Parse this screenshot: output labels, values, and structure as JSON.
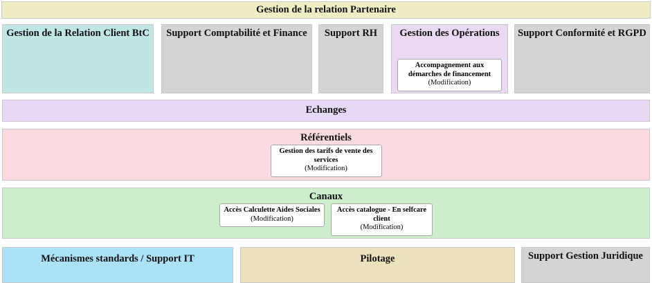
{
  "diagram": {
    "title": "Gestion de la relation Partenaire",
    "header": {
      "label": "Gestion de la relation Partenaire",
      "color": "#eeedc4"
    },
    "domains": [
      {
        "label": "Gestion de la Relation Client BtC",
        "color": "#c0e6e4",
        "cards": []
      },
      {
        "label": "Support Comptabilité et Finance",
        "color": "#d4d4d4",
        "cards": []
      },
      {
        "label": "Support RH",
        "color": "#d4d4d4",
        "cards": []
      },
      {
        "label": "Gestion des Opérations",
        "color": "#ead9f2",
        "cards": [
          {
            "title": "Accompagnement aux démarches de financement",
            "state": "(Modification)"
          }
        ]
      },
      {
        "label": "Support Conformité et RGPD",
        "color": "#d4d4d4",
        "cards": []
      }
    ],
    "bands": [
      {
        "label": "Echanges",
        "color": "#e5d9f6",
        "cards": []
      },
      {
        "label": "Référentiels",
        "color": "#fbdbe0",
        "cards": [
          {
            "title": "Gestion des tarifs de vente des services",
            "state": "(Modification)"
          }
        ]
      },
      {
        "label": "Canaux",
        "color": "#cdeecd",
        "cards": [
          {
            "title": "Accès Calculette Aides Sociales",
            "state": "(Modification)"
          },
          {
            "title": "Accès catalogue - En selfcare client",
            "state": "(Modification)"
          }
        ]
      }
    ],
    "footer": [
      {
        "label": "Mécanismes standards / Support IT",
        "color": "#ace2f8"
      },
      {
        "label": "Pilotage",
        "color": "#ebe2bd"
      },
      {
        "label": "Support Gestion Juridique",
        "color": "#d4d4d4"
      }
    ]
  }
}
